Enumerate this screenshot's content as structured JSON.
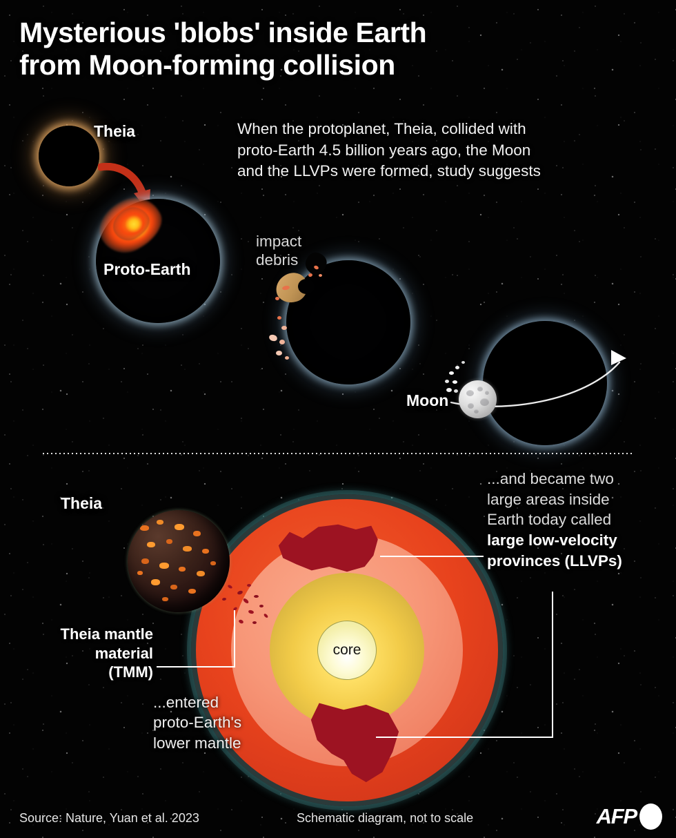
{
  "headline": {
    "line1": "Mysterious 'blobs' inside Earth",
    "line2": "from Moon-forming collision"
  },
  "intro": {
    "line1": "When the protoplanet, Theia, collided with",
    "line2": "proto-Earth 4.5 billion years ago, the Moon",
    "line3": "and the LLVPs were formed, study suggests"
  },
  "panel_collision": {
    "theia_label": "Theia",
    "proto_earth_label": "Proto-Earth",
    "impact_debris_line1": "impact",
    "impact_debris_line2": "debris",
    "moon_label": "Moon"
  },
  "panel_interior": {
    "theia_label": "Theia",
    "tmm_line1": "Theia mantle",
    "tmm_line2": "material",
    "tmm_line3": "(TMM)",
    "entered_line1": "...entered",
    "entered_line2": "proto-Earth's",
    "entered_line3": "lower mantle",
    "core_label": "core",
    "llvp_line1": "...and became two",
    "llvp_line2": "large areas inside",
    "llvp_line3": "Earth today called",
    "llvp_line4": "large low-velocity",
    "llvp_line5": "provinces (LLVPs)"
  },
  "footer": {
    "source": "Source: Nature, Yuan et al. 2023",
    "disclaimer": "Schematic diagram, not to scale",
    "logo_text": "AFP"
  },
  "colors": {
    "background": "#030303",
    "crust": "#2b3a3a",
    "outer_mantle": "#e8431d",
    "lower_mantle": "#f79677",
    "outer_core": "#f2cb48",
    "inner_core": "#fdfbd4",
    "llvp": "#9d1322",
    "theia_glow": "#e2a662",
    "earth_glow": "#abcbdf",
    "flame": "#ffc21a"
  }
}
